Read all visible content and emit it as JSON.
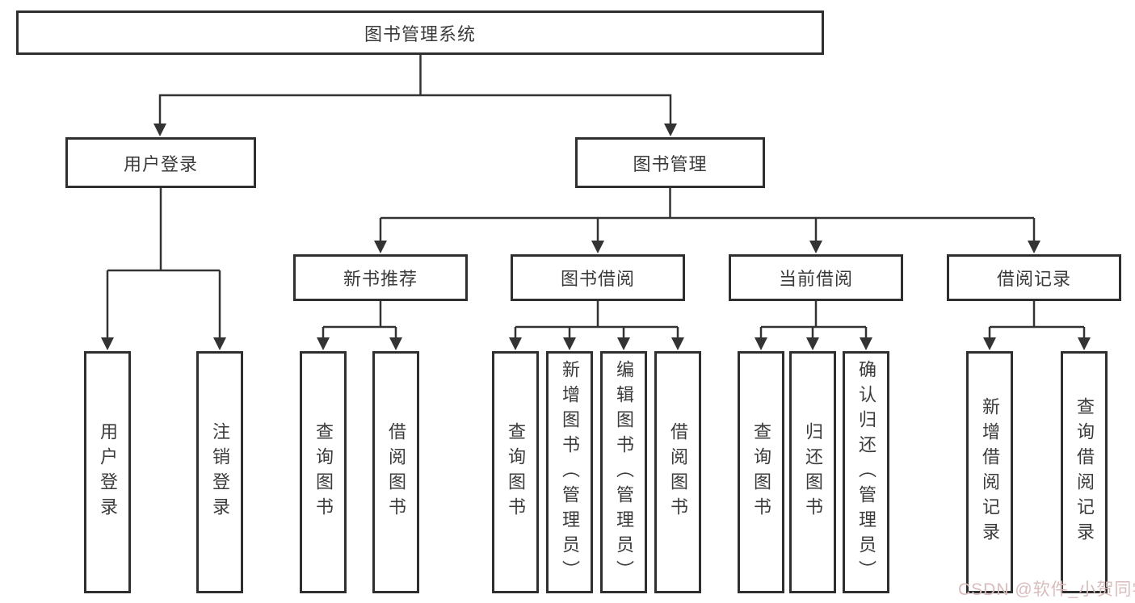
{
  "diagram": {
    "root": {
      "label": "图书管理系统"
    },
    "branches": [
      {
        "label": "用户登录"
      },
      {
        "label": "图书管理"
      }
    ],
    "modules": [
      {
        "label": "新书推荐"
      },
      {
        "label": "图书借阅"
      },
      {
        "label": "当前借阅"
      },
      {
        "label": "借阅记录"
      }
    ],
    "leaves": [
      {
        "label": "用户登录"
      },
      {
        "label": "注销登录"
      },
      {
        "label": "查询图书"
      },
      {
        "label": "借阅图书"
      },
      {
        "label": "查询图书"
      },
      {
        "label": "新增图书（管理员）"
      },
      {
        "label": "编辑图书（管理员）"
      },
      {
        "label": "借阅图书"
      },
      {
        "label": "查询图书"
      },
      {
        "label": "归还图书"
      },
      {
        "label": "确认归还（管理员）"
      },
      {
        "label": "新增借阅记录"
      },
      {
        "label": "查询借阅记录"
      }
    ]
  },
  "watermark": {
    "text": "CSDN @软件_小贺同学"
  },
  "colors": {
    "line": "#333333",
    "border": "#2f2f2f",
    "text": "#3b3b3b",
    "background": "#ffffff",
    "watermark": "#d9bcbc"
  }
}
